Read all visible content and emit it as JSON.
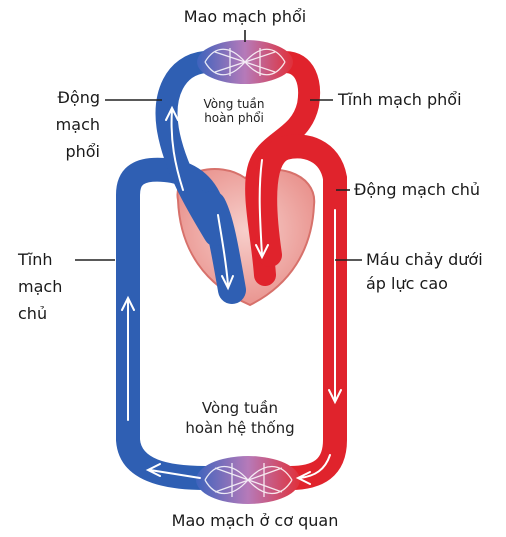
{
  "colors": {
    "oxygenated": "#e0232c",
    "deoxygenated": "#2f5fb3",
    "capillary": "#b06fb6",
    "heart": "#f2b4b0",
    "leader": "#222222"
  },
  "labels": {
    "lung_capillaries": "Mao mạch phổi",
    "pulmonary_artery": [
      "Động",
      "mạch",
      "phổi"
    ],
    "pulmonary_vein": "Tĩnh mạch phổi",
    "aorta": "Động mạch chủ",
    "high_pressure": [
      "Máu chảy dưới",
      "áp lực cao"
    ],
    "vena_cava": [
      "Tĩnh",
      "mạch",
      "chủ"
    ],
    "pulmonary_circuit": [
      "Vòng tuần",
      "hoàn phổi"
    ],
    "systemic_circuit": [
      "Vòng tuần",
      "hoàn hệ thống"
    ],
    "organ_capillaries": "Mao mạch ở cơ quan"
  }
}
